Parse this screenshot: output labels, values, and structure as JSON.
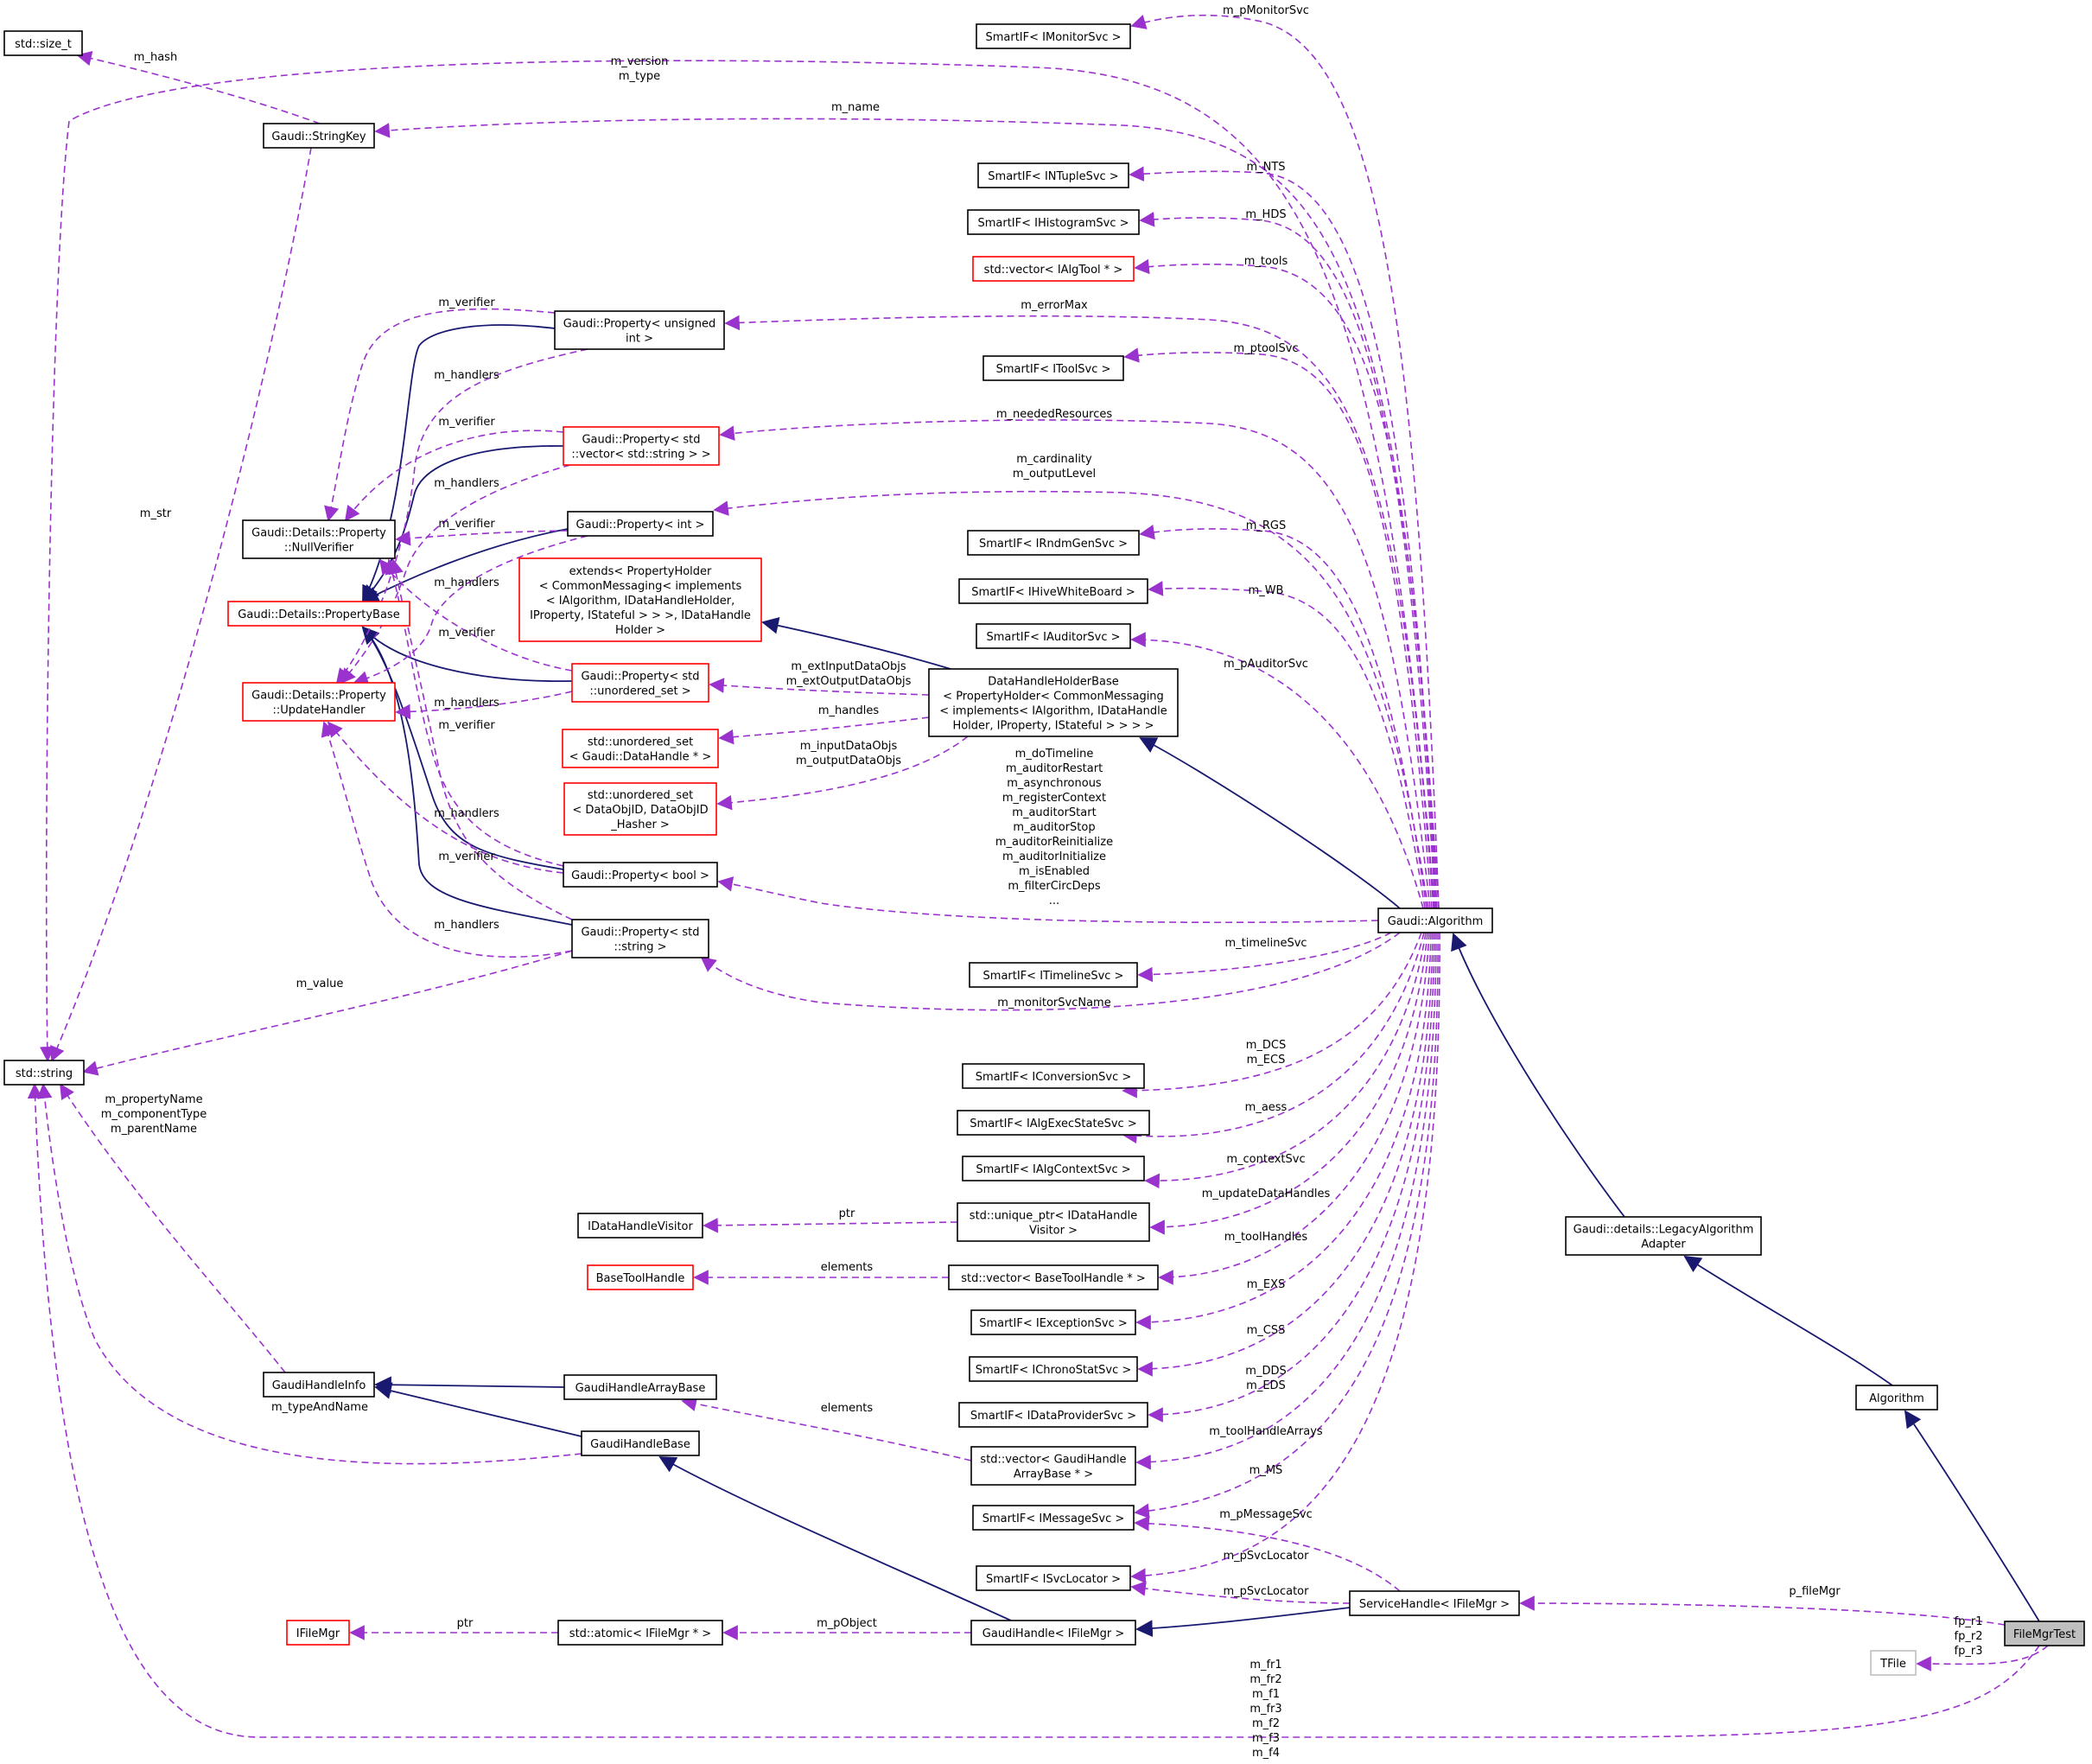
{
  "diagram_title": "FileMgrTest",
  "nodes": {
    "std_size_t": {
      "label": [
        "std::size_t"
      ],
      "style": "normal"
    },
    "gaudi_stringkey": {
      "label": [
        "Gaudi::StringKey"
      ],
      "style": "normal"
    },
    "std_string": {
      "label": [
        "std::string"
      ],
      "style": "normal"
    },
    "gaudi_nullverifier": {
      "label": [
        "Gaudi::Details::Property",
        "::NullVerifier"
      ],
      "style": "normal"
    },
    "gaudi_propertybase": {
      "label": [
        "Gaudi::Details::PropertyBase"
      ],
      "style": "red"
    },
    "gaudi_updatehandler": {
      "label": [
        "Gaudi::Details::Property",
        "::UpdateHandler"
      ],
      "style": "red"
    },
    "prop_uint": {
      "label": [
        "Gaudi::Property< unsigned",
        "int >"
      ],
      "style": "normal"
    },
    "prop_vecstr": {
      "label": [
        "Gaudi::Property< std",
        "::vector< std::string > >"
      ],
      "style": "red"
    },
    "prop_int": {
      "label": [
        "Gaudi::Property< int >"
      ],
      "style": "normal"
    },
    "extends_holder": {
      "label": [
        "extends< PropertyHolder",
        "< CommonMessaging< implements",
        "< IAlgorithm, IDataHandleHolder,",
        " IProperty, IStateful > > >, IDataHandle",
        "Holder >"
      ],
      "style": "red"
    },
    "prop_uset": {
      "label": [
        "Gaudi::Property< std",
        "::unordered_set >"
      ],
      "style": "red"
    },
    "uset_datahandle": {
      "label": [
        "std::unordered_set",
        "< Gaudi::DataHandle * >"
      ],
      "style": "red"
    },
    "uset_dataobjid": {
      "label": [
        "std::unordered_set",
        "< DataObjID, DataObjID",
        "_Hasher >"
      ],
      "style": "red"
    },
    "prop_bool": {
      "label": [
        "Gaudi::Property< bool >"
      ],
      "style": "normal"
    },
    "prop_string": {
      "label": [
        "Gaudi::Property< std",
        "::string >"
      ],
      "style": "normal"
    },
    "gaudihandleinfo": {
      "label": [
        "GaudiHandleInfo"
      ],
      "style": "normal"
    },
    "gaudihandlearraybase": {
      "label": [
        "GaudiHandleArrayBase"
      ],
      "style": "normal"
    },
    "gaudihandlebase": {
      "label": [
        "GaudiHandleBase"
      ],
      "style": "normal"
    },
    "idatahandlevisitor": {
      "label": [
        "IDataHandleVisitor"
      ],
      "style": "normal"
    },
    "basetoolhandle": {
      "label": [
        "BaseToolHandle"
      ],
      "style": "red"
    },
    "ifilemgr": {
      "label": [
        "IFileMgr"
      ],
      "style": "red"
    },
    "atomic_ifilemgr": {
      "label": [
        "std::atomic< IFileMgr * >"
      ],
      "style": "normal"
    },
    "sif_monitor": {
      "label": [
        "SmartIF< IMonitorSvc >"
      ],
      "style": "normal"
    },
    "sif_ntuple": {
      "label": [
        "SmartIF< INTupleSvc >"
      ],
      "style": "normal"
    },
    "sif_histogram": {
      "label": [
        "SmartIF< IHistogramSvc >"
      ],
      "style": "normal"
    },
    "vec_algtool": {
      "label": [
        "std::vector< IAlgTool * >"
      ],
      "style": "red"
    },
    "sif_tool": {
      "label": [
        "SmartIF< IToolSvc >"
      ],
      "style": "normal"
    },
    "sif_rndm": {
      "label": [
        "SmartIF< IRndmGenSvc >"
      ],
      "style": "normal"
    },
    "sif_hivewb": {
      "label": [
        "SmartIF< IHiveWhiteBoard >"
      ],
      "style": "normal"
    },
    "sif_auditor": {
      "label": [
        "SmartIF< IAuditorSvc >"
      ],
      "style": "normal"
    },
    "datahandleholderbase": {
      "label": [
        "DataHandleHolderBase",
        "< PropertyHolder< CommonMessaging",
        "< implements< IAlgorithm, IDataHandle",
        "Holder, IProperty, IStateful > > > >"
      ],
      "style": "normal"
    },
    "sif_timeline": {
      "label": [
        "SmartIF< ITimelineSvc >"
      ],
      "style": "normal"
    },
    "sif_conversion": {
      "label": [
        "SmartIF< IConversionSvc >"
      ],
      "style": "normal"
    },
    "sif_algexecstate": {
      "label": [
        "SmartIF< IAlgExecStateSvc >"
      ],
      "style": "normal"
    },
    "sif_algcontext": {
      "label": [
        "SmartIF< IAlgContextSvc >"
      ],
      "style": "normal"
    },
    "uptr_visitor": {
      "label": [
        "std::unique_ptr< IDataHandle",
        "Visitor >"
      ],
      "style": "normal"
    },
    "vec_basetoolhandle": {
      "label": [
        "std::vector< BaseToolHandle * >"
      ],
      "style": "normal"
    },
    "sif_exception": {
      "label": [
        "SmartIF< IExceptionSvc >"
      ],
      "style": "normal"
    },
    "sif_chronostat": {
      "label": [
        "SmartIF< IChronoStatSvc >"
      ],
      "style": "normal"
    },
    "sif_dataprovider": {
      "label": [
        "SmartIF< IDataProviderSvc >"
      ],
      "style": "normal"
    },
    "vec_gaudihandlearray": {
      "label": [
        "std::vector< GaudiHandle",
        "ArrayBase * >"
      ],
      "style": "normal"
    },
    "sif_message": {
      "label": [
        "SmartIF< IMessageSvc >"
      ],
      "style": "normal"
    },
    "sif_svclocator": {
      "label": [
        "SmartIF< ISvcLocator >"
      ],
      "style": "normal"
    },
    "gaudihandle_ifilemgr": {
      "label": [
        "GaudiHandle< IFileMgr >"
      ],
      "style": "normal"
    },
    "gaudi_algorithm": {
      "label": [
        "Gaudi::Algorithm"
      ],
      "style": "normal"
    },
    "legacy_adapter": {
      "label": [
        "Gaudi::details::LegacyAlgorithm",
        "Adapter"
      ],
      "style": "normal"
    },
    "algorithm": {
      "label": [
        "Algorithm"
      ],
      "style": "normal"
    },
    "servicehandle": {
      "label": [
        "ServiceHandle< IFileMgr >"
      ],
      "style": "normal"
    },
    "tfile": {
      "label": [
        "TFile"
      ],
      "style": "grey"
    },
    "filemgrtest": {
      "label": [
        "FileMgrTest"
      ],
      "style": "focus"
    }
  },
  "edge_labels": {
    "m_hash": [
      "m_hash"
    ],
    "m_str": [
      "m_str"
    ],
    "m_version_type": [
      "m_version",
      "m_type"
    ],
    "m_name": [
      "m_name"
    ],
    "m_value": [
      "m_value"
    ],
    "m_property_names": [
      "m_propertyName",
      "m_componentType",
      "m_parentName"
    ],
    "m_typeandname": [
      "m_typeAndName"
    ],
    "m_fr": [
      "m_fr1",
      "m_fr2",
      "m_f1",
      "m_fr3",
      "m_f2",
      "m_f3",
      "m_f4"
    ],
    "verifier_uint": [
      "m_verifier"
    ],
    "handlers_uint": [
      "m_handlers"
    ],
    "verifier_vec": [
      "m_verifier"
    ],
    "handlers_vec": [
      "m_handlers"
    ],
    "verifier_int": [
      "m_verifier"
    ],
    "handlers_int": [
      "m_handlers"
    ],
    "verifier_uset": [
      "m_verifier"
    ],
    "handlers_uset": [
      "m_handlers"
    ],
    "verifier_bool": [
      "m_verifier"
    ],
    "handlers_bool": [
      "m_handlers"
    ],
    "verifier_string": [
      "m_verifier"
    ],
    "handlers_string": [
      "m_handlers"
    ],
    "ext_in_out": [
      "m_extInputDataObjs",
      "m_extOutputDataObjs"
    ],
    "m_handles": [
      "m_handles"
    ],
    "in_out": [
      "m_inputDataObjs",
      "m_outputDataObjs"
    ],
    "m_pmonitorsvc": [
      "m_pMonitorSvc"
    ],
    "m_nts": [
      "m_NTS"
    ],
    "m_hds": [
      "m_HDS"
    ],
    "m_tools": [
      "m_tools"
    ],
    "m_errormax": [
      "m_errorMax"
    ],
    "m_ptoolsvc": [
      "m_ptoolSvc"
    ],
    "m_neededresources": [
      "m_neededResources"
    ],
    "m_card_output": [
      "m_cardinality",
      "m_outputLevel"
    ],
    "m_rgs": [
      "m_RGS"
    ],
    "m_wb": [
      "m_WB"
    ],
    "m_pauditorsvc": [
      "m_pAuditorSvc"
    ],
    "bool_props": [
      "m_doTimeline",
      "m_auditorRestart",
      "m_asynchronous",
      "m_registerContext",
      "m_auditorStart",
      "m_auditorStop",
      "m_auditorReinitialize",
      "m_auditorInitialize",
      "m_isEnabled",
      "m_filterCircDeps",
      "..."
    ],
    "m_timelinesvc": [
      "m_timelineSvc"
    ],
    "m_monitorsvcname": [
      "m_monitorSvcName"
    ],
    "m_dcs_ecs": [
      "m_DCS",
      "m_ECS"
    ],
    "m_aess": [
      "m_aess"
    ],
    "m_contextsvc": [
      "m_contextSvc"
    ],
    "m_updatedatahandles": [
      "m_updateDataHandles"
    ],
    "ptr_visitor": [
      "ptr"
    ],
    "m_toolhandles": [
      "m_toolHandles"
    ],
    "elements_tool": [
      "elements"
    ],
    "m_exs": [
      "m_EXS"
    ],
    "m_css": [
      "m_CSS"
    ],
    "m_dds_eds": [
      "m_DDS",
      "m_EDS"
    ],
    "m_toolhandlearrays": [
      "m_toolHandleArrays"
    ],
    "elements_array": [
      "elements"
    ],
    "m_ms": [
      "m_MS"
    ],
    "m_pmessagesvc": [
      "m_pMessageSvc"
    ],
    "m_psvclocator_a": [
      "m_pSvcLocator"
    ],
    "m_psvclocator_b": [
      "m_pSvcLocator"
    ],
    "ptr_ifilemgr": [
      "ptr"
    ],
    "m_pobject": [
      "m_pObject"
    ],
    "p_filemgr": [
      "p_fileMgr"
    ],
    "fp_r": [
      "fp_r1",
      "fp_r2",
      "fp_r3"
    ]
  },
  "colors": {
    "inheritance": "#191970",
    "usage": "#9a32cd",
    "red_box": "#ff0000",
    "focus_fill": "#bfbfbf"
  }
}
